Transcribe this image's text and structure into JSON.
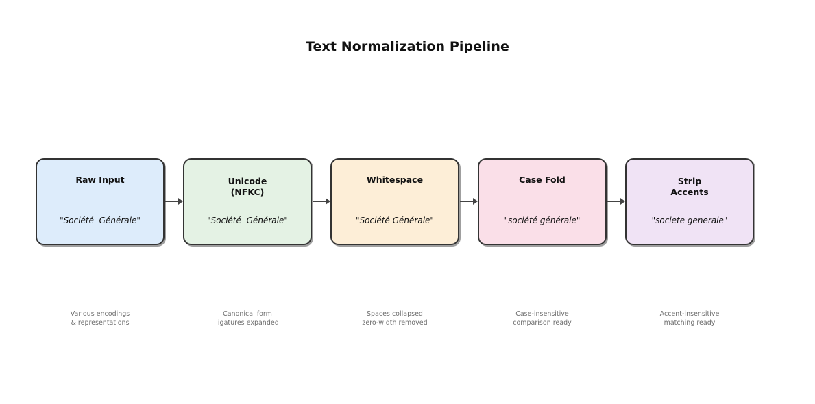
{
  "title": "Text Normalization Pipeline",
  "stages": [
    {
      "name": "raw-input",
      "title_line1": "Raw Input",
      "title_line2": "",
      "value": "\"Société  Générale\"",
      "caption_line1": "Various encodings",
      "caption_line2": "& representations",
      "fill": "#ddecfb",
      "border": "#333333"
    },
    {
      "name": "unicode-nfkc",
      "title_line1": "Unicode",
      "title_line2": "(NFKC)",
      "value": "\"Société  Générale\"",
      "caption_line1": "Canonical form",
      "caption_line2": "ligatures expanded",
      "fill": "#e4f2e4",
      "border": "#333333"
    },
    {
      "name": "whitespace",
      "title_line1": "Whitespace",
      "title_line2": "",
      "value": "\"Société Générale\"",
      "caption_line1": "Spaces collapsed",
      "caption_line2": "zero-width removed",
      "fill": "#fdeed7",
      "border": "#333333"
    },
    {
      "name": "case-fold",
      "title_line1": "Case Fold",
      "title_line2": "",
      "value": "\"société générale\"",
      "caption_line1": "Case-insensitive",
      "caption_line2": "comparison ready",
      "fill": "#fadfe8",
      "border": "#333333"
    },
    {
      "name": "strip-accents",
      "title_line1": "Strip",
      "title_line2": "Accents",
      "value": "\"societe generale\"",
      "caption_line1": "Accent-insensitive",
      "caption_line2": "matching ready",
      "fill": "#f0e3f5",
      "border": "#333333"
    }
  ],
  "arrows": [
    {
      "name": "arrow-1"
    },
    {
      "name": "arrow-2"
    },
    {
      "name": "arrow-3"
    },
    {
      "name": "arrow-4"
    }
  ],
  "colors": {
    "background": "#ffffff",
    "arrow": "#444444",
    "caption_text": "#6e6e6e",
    "title_text": "#111111"
  }
}
